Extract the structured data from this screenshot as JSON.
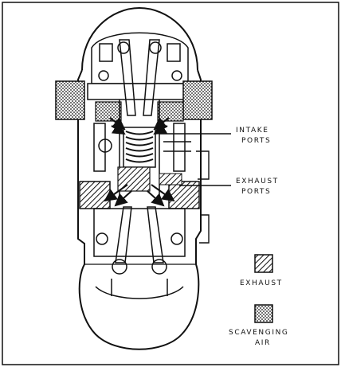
{
  "labels": {
    "intake_line1": "INTAKE",
    "intake_line2": "PORTS",
    "exhaust_ports_line1": "EXHAUST",
    "exhaust_ports_line2": "PORTS"
  },
  "legend": {
    "exhaust_label": "EXHAUST",
    "scavenging_line1": "SCAVENGING",
    "scavenging_line2": "AIR"
  },
  "colors": {
    "ink": "#111111",
    "paper": "#ffffff"
  }
}
